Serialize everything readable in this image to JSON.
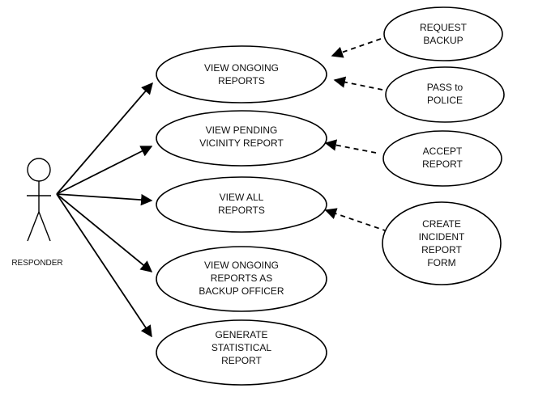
{
  "actor": {
    "label": "RESPONDER"
  },
  "use_cases": {
    "view_ongoing_reports": [
      "VIEW ONGOING",
      "REPORTS"
    ],
    "view_pending_vicinity_report": [
      "VIEW PENDING",
      "VICINITY REPORT"
    ],
    "view_all_reports": [
      "VIEW ALL",
      "REPORTS"
    ],
    "view_ongoing_backup": [
      "VIEW ONGOING",
      "REPORTS AS",
      "BACKUP OFFICER"
    ],
    "generate_statistical_report": [
      "GENERATE",
      "STATISTICAL",
      "REPORT"
    ],
    "request_backup": [
      "REQUEST",
      "BACKUP"
    ],
    "pass_to_police": [
      "PASS to",
      "POLICE"
    ],
    "accept_report": [
      "ACCEPT",
      "REPORT"
    ],
    "create_incident_report_form": [
      "CREATE",
      "INCIDENT",
      "REPORT",
      "FORM"
    ]
  },
  "colors": {
    "line": "#000000",
    "fill": "#ffffff",
    "text": "#111111"
  }
}
